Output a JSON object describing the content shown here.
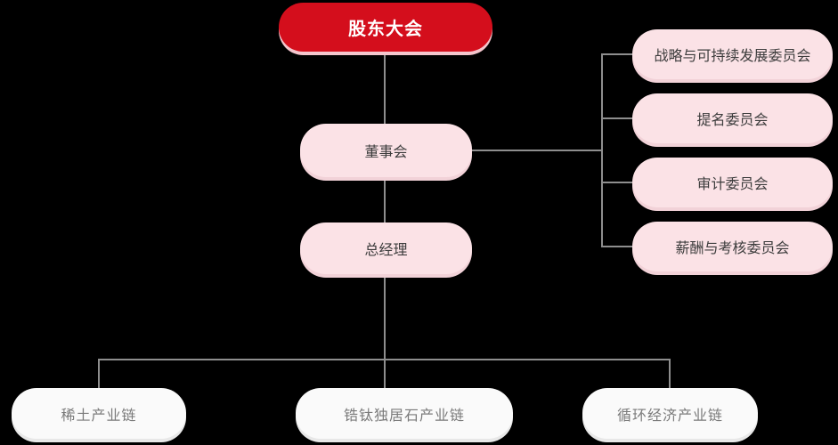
{
  "diagram": {
    "type": "org-chart",
    "language": "zh-CN"
  },
  "colors": {
    "primary_red": "#D40E1C",
    "pink_node": "#FBE2E6",
    "white_node": "#FAFAFA",
    "line_gray": "#8E8E8E",
    "dark_text": "#3D3D3D",
    "gray_text": "#7A7A7A"
  },
  "nodes": {
    "shareholders": {
      "label": "股东大会"
    },
    "board": {
      "label": "董事会"
    },
    "general_manager": {
      "label": "总经理"
    },
    "committees": [
      {
        "label": "战略与可持续发展委员会"
      },
      {
        "label": "提名委员会"
      },
      {
        "label": "审计委员会"
      },
      {
        "label": "薪酬与考核委员会"
      }
    ],
    "industry_chains": [
      {
        "label": "稀土产业链"
      },
      {
        "label": "锆钛独居石产业链"
      },
      {
        "label": "循环经济产业链"
      }
    ]
  }
}
